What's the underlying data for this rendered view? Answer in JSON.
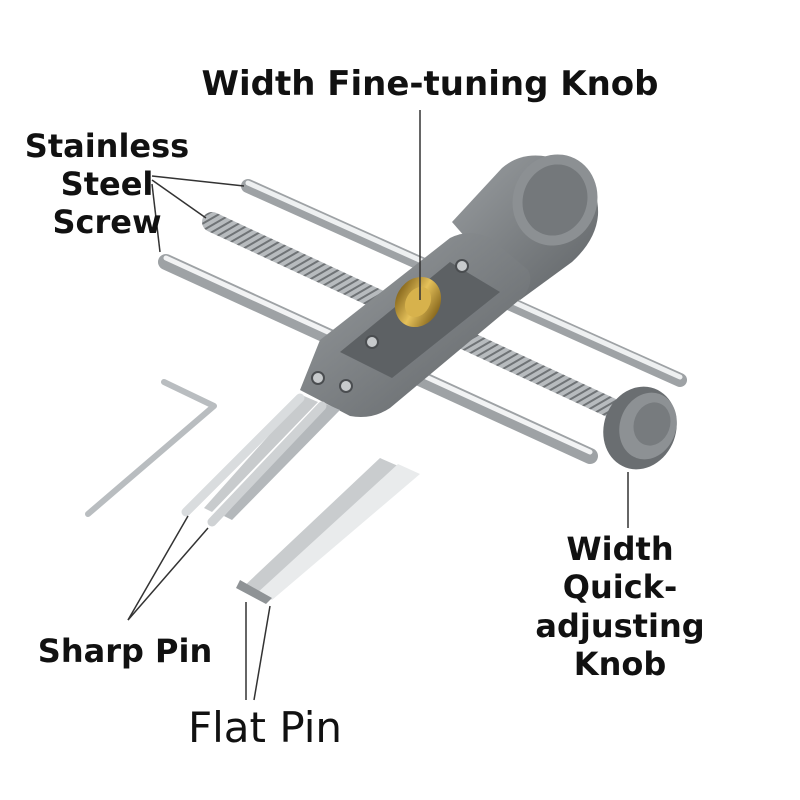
{
  "labels": {
    "width_fine_tuning_knob": "Width Fine-tuning Knob",
    "stainless_steel_screw": [
      "Stainless",
      "Steel",
      "Screw"
    ],
    "width_quick_adjusting_knob": [
      "Width",
      "Quick-",
      "adjusting",
      "Knob"
    ],
    "sharp_pin": "Sharp Pin",
    "flat_pin": "Flat Pin"
  },
  "colors": {
    "body_gray": "#7d8184",
    "steel": "#d7dadc",
    "brass": "#c9a13b",
    "text": "#111111"
  }
}
